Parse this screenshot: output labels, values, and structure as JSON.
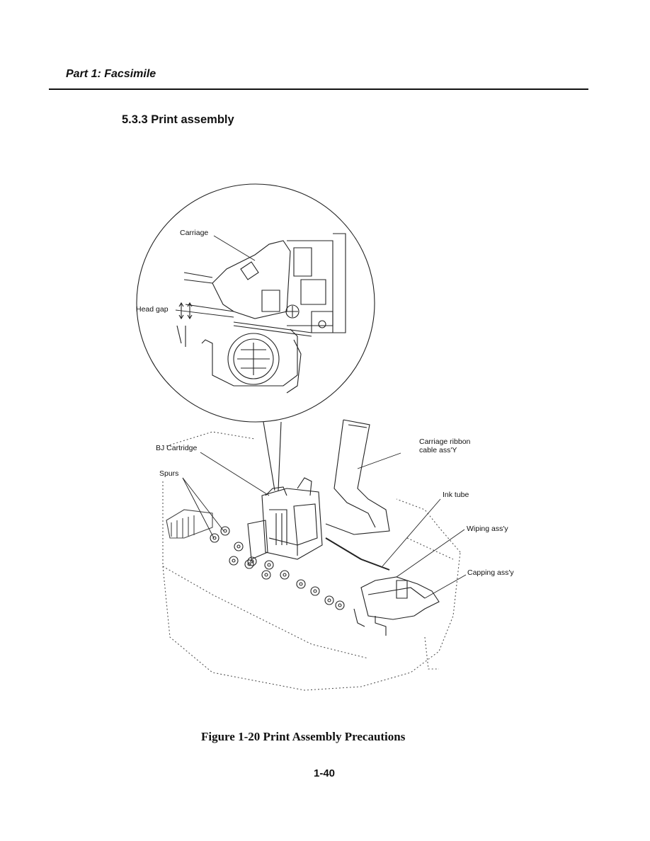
{
  "header": {
    "part_title": "Part 1: Facsimile"
  },
  "section": {
    "title": "5.3.3 Print assembly"
  },
  "figure": {
    "labels": {
      "carriage": "Carriage",
      "head_gap": "Head gap",
      "bj_cartridge": "BJ Cartridge",
      "spurs": "Spurs",
      "carriage_ribbon_line1": "Carriage ribbon",
      "carriage_ribbon_line2": "cable ass'Y",
      "ink_tube": "Ink tube",
      "wiping": "Wiping ass'y",
      "capping": "Capping ass'y"
    },
    "caption": "Figure 1-20 Print Assembly Precautions"
  },
  "footer": {
    "page_number": "1-40"
  }
}
